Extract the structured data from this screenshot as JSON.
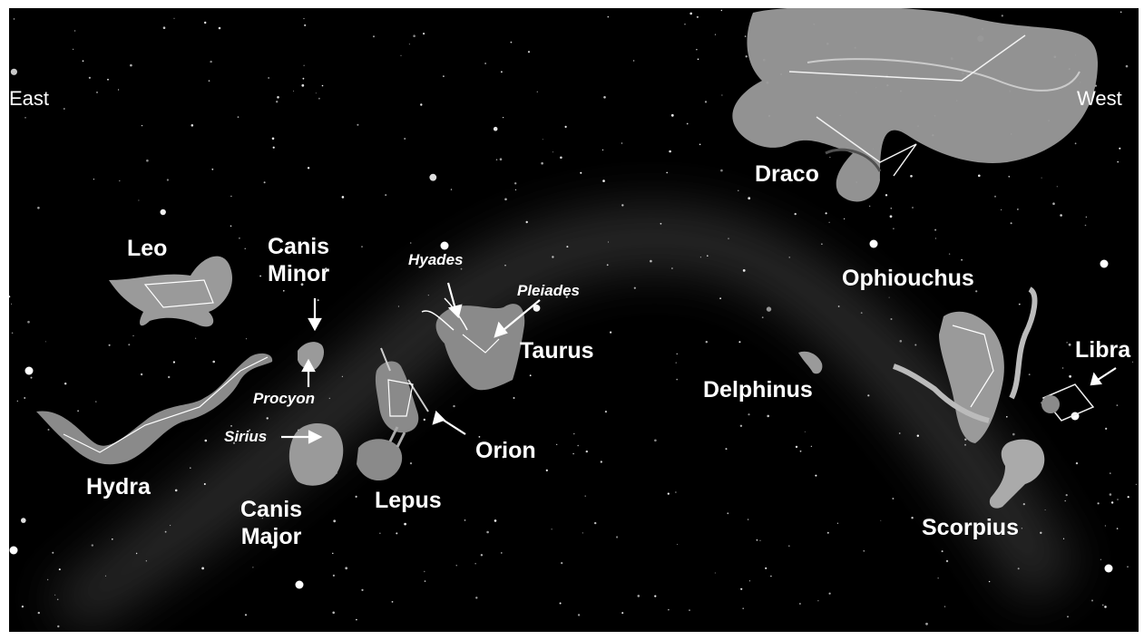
{
  "directions": {
    "east": "East",
    "west": "West"
  },
  "constellations": {
    "draco": "Draco",
    "leo": "Leo",
    "canis_minor": "Canis\nMinor",
    "taurus": "Taurus",
    "ophiuchus": "Ophiouchus",
    "libra": "Libra",
    "delphinus": "Delphinus",
    "orion": "Orion",
    "hydra": "Hydra",
    "canis_major": "Canis\nMajor",
    "lepus": "Lepus",
    "scorpius": "Scorpius"
  },
  "stars": {
    "hyades": "Hyades",
    "pleiades": "Pleiades",
    "procyon": "Procyon",
    "sirius": "Sirius"
  },
  "colors": {
    "sky": "#000000",
    "label": "#ffffff",
    "milky_way": "#3a3a3a",
    "figure": "#8a8a8a"
  }
}
